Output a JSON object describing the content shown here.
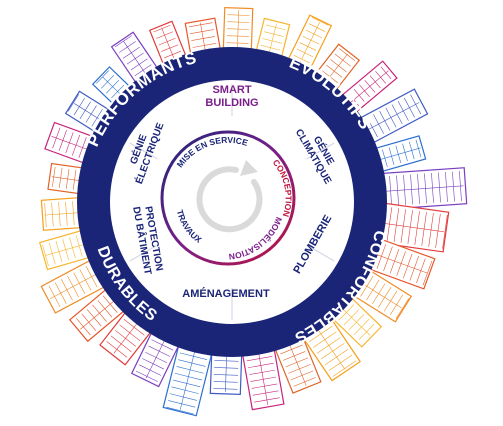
{
  "outer_ring": {
    "labels": [
      "PERFORMANTS",
      "ÉVOLUTIFS",
      "CONFORTABLES",
      "DURABLES"
    ],
    "color": "#1b2578"
  },
  "middle_ring": {
    "segments": [
      {
        "lines": [
          "SMART",
          "BUILDING"
        ],
        "color": "#7a1f8a"
      },
      {
        "lines": [
          "GÉNIE",
          "CLIMATIQUE"
        ],
        "color": "#1b2578"
      },
      {
        "lines": [
          "PLOMBERIE"
        ],
        "color": "#1b2578"
      },
      {
        "lines": [
          "AMÉNAGEMENT"
        ],
        "color": "#1b2578"
      },
      {
        "lines": [
          "PROTECTION",
          "DU BÂTIMENT"
        ],
        "color": "#1b2578"
      },
      {
        "lines": [
          "GÉNIE",
          "ÉLECTRIQUE"
        ],
        "color": "#1b2578"
      }
    ]
  },
  "inner_cycle": {
    "steps": [
      "CONCEPTION",
      "MODÉLISATION",
      "TRAVAUX",
      "MISE EN SERVICE"
    ],
    "colors": {
      "start": "#1b2578",
      "mid": "#7a1f8a",
      "end": "#c0143c"
    }
  },
  "skyline_colors": [
    "#e8562a",
    "#f08a24",
    "#f7b52c",
    "#f5a01c",
    "#e0642a",
    "#c8247a",
    "#3f5bc4",
    "#2c6fd0",
    "#7a3fc0",
    "#e23c3c"
  ]
}
